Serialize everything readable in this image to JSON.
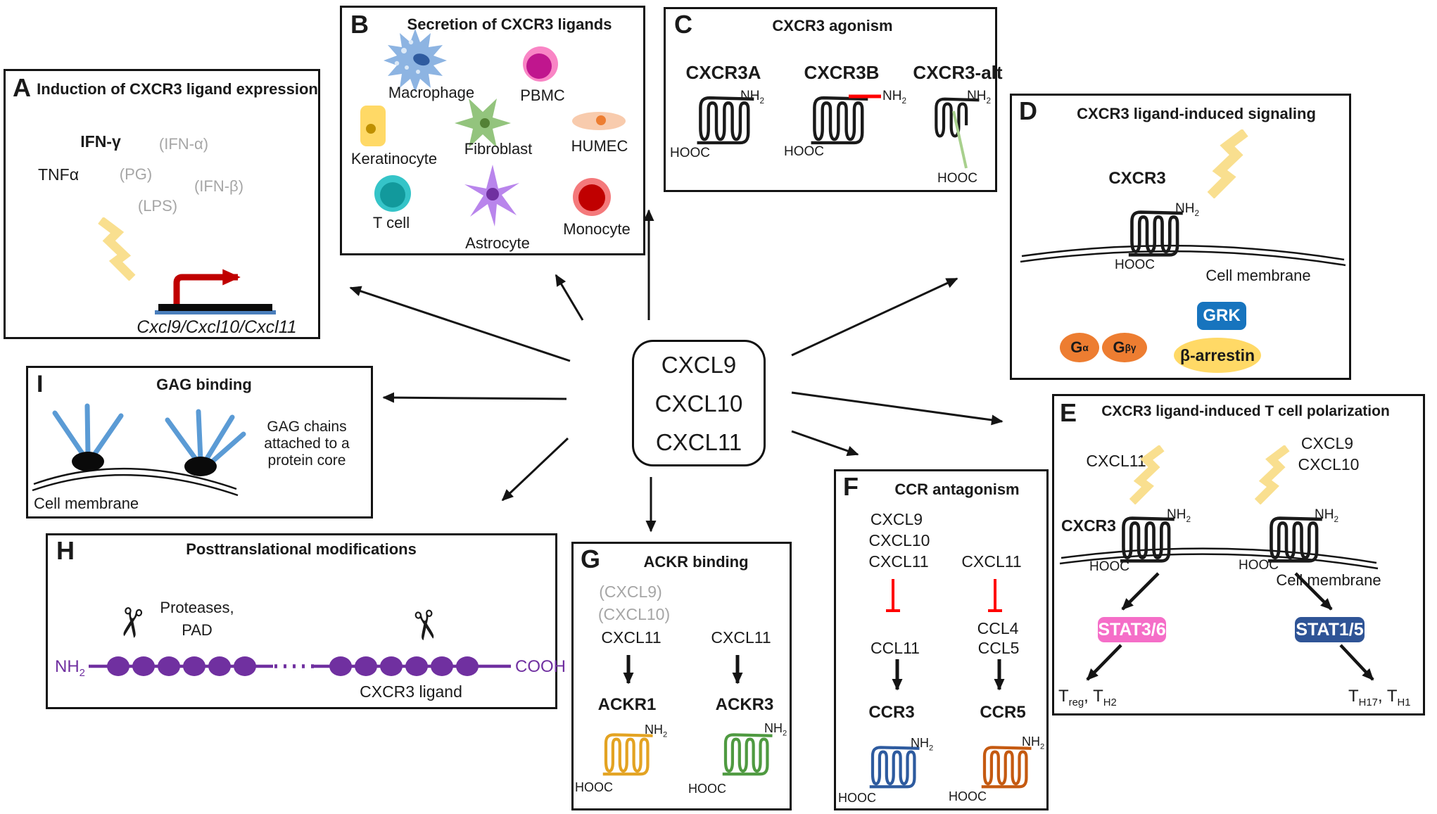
{
  "colors": {
    "black": "#1a1a1a",
    "lightning": "#F9DF8F",
    "gray_text": "#A6A6A6",
    "inhibit_red": "#FF0000",
    "transcription_red": "#C00000",
    "promoter_blue": "#4A7EBB",
    "purple": "#7030A0",
    "gag_blue": "#5B9BD5",
    "grk_blue": "#1774BE",
    "g_protein_orange": "#ED7D31",
    "arrestin_yellow": "#FFD966",
    "stat36_pink": "#F56EC8",
    "stat15_navy": "#2F5496",
    "ccr3_blue": "#2E5B9F",
    "ccr5_orange": "#C55A11",
    "ackr1_gold": "#E3A322",
    "ackr3_green": "#4F9A41",
    "alt_tail_green": "#A8D08D",
    "macrophage": "#8DB4E2",
    "macrophage_nucleus": "#2F5B9F",
    "pbmc_outer": "#F985C5",
    "pbmc_inner": "#C0168E",
    "keratinocyte": "#FFD966",
    "keratinocyte_nucleus": "#BF9000",
    "fibroblast": "#93C47D",
    "fibroblast_nucleus": "#538135",
    "humec": "#F8CBAD",
    "humec_nucleus": "#ED7D31",
    "tcell_outer": "#35C4C8",
    "tcell_inner": "#12999C",
    "astrocyte": "#B985EC",
    "astrocyte_nucleus": "#7030A0",
    "monocyte_outer": "#F4797B",
    "monocyte_inner": "#C00000"
  },
  "center": {
    "lines": [
      "CXCL9",
      "CXCL10",
      "CXCL11"
    ]
  },
  "common": {
    "nh2": [
      {
        "t": "NH"
      },
      {
        "s": "2"
      }
    ],
    "hooc": "HOOC",
    "cell_membrane": "Cell membrane"
  },
  "panels": {
    "a": {
      "letter": "A",
      "title": "Induction of CXCR3 ligand expression",
      "inducers_black": [
        "IFN-γ",
        "TNFα"
      ],
      "inducers_gray": [
        "(IFN-α)",
        "(PG)",
        "(IFN-β)",
        "(LPS)"
      ],
      "gene": "Cxcl9/Cxcl10/Cxcl11"
    },
    "b": {
      "letter": "B",
      "title": "Secretion of CXCR3 ligands",
      "cells": [
        "Macrophage",
        "PBMC",
        "Keratinocyte",
        "Fibroblast",
        "HUMEC",
        "T cell",
        "Astrocyte",
        "Monocyte"
      ]
    },
    "c": {
      "letter": "C",
      "title": "CXCR3 agonism",
      "variants": [
        "CXCR3A",
        "CXCR3B",
        "CXCR3-alt"
      ]
    },
    "d": {
      "letter": "D",
      "title": "CXCR3 ligand-induced signaling",
      "receptor": "CXCR3",
      "grk": "GRK",
      "g_alpha": [
        {
          "t": "G"
        },
        {
          "s": "α"
        }
      ],
      "g_betagamma": [
        {
          "t": "G"
        },
        {
          "s": "βγ"
        }
      ],
      "beta_arrestin": "β-arrestin"
    },
    "e": {
      "letter": "E",
      "title": "CXCR3 ligand-induced T cell polarization",
      "left_ligand": "CXCL11",
      "right_ligands": [
        "CXCL9",
        "CXCL10"
      ],
      "receptor": "CXCR3",
      "stat_left": "STAT3/6",
      "stat_right": "STAT1/5",
      "outcomes_left": [
        {
          "t": "T"
        },
        {
          "s": "reg"
        },
        {
          "t": ", T"
        },
        {
          "s": "H2"
        }
      ],
      "outcomes_right": [
        {
          "t": "T"
        },
        {
          "s": "H17"
        },
        {
          "t": ", T"
        },
        {
          "s": "H1"
        }
      ]
    },
    "f": {
      "letter": "F",
      "title": "CCR antagonism",
      "blocking_ligands": [
        "CXCL9",
        "CXCL10",
        "CXCL11"
      ],
      "blocking_ligand_right": "CXCL11",
      "blocked_left": "CCL11",
      "blocked_right": [
        "CCL4",
        "CCL5"
      ],
      "receptor_left": "CCR3",
      "receptor_right": "CCR5"
    },
    "g": {
      "letter": "G",
      "title": "ACKR binding",
      "weak_ligands": [
        "(CXCL9)",
        "(CXCL10)"
      ],
      "ligand_left": "CXCL11",
      "ligand_right": "CXCL11",
      "receptor_left": "ACKR1",
      "receptor_right": "ACKR3"
    },
    "h": {
      "letter": "H",
      "title": "Posttranslational modifications",
      "enzymes_line1": "Proteases,",
      "enzymes_line2": "PAD",
      "n_terminus": [
        {
          "t": "NH"
        },
        {
          "s": "2"
        }
      ],
      "c_terminus": "COOH",
      "chain_label": "CXCR3 ligand"
    },
    "i": {
      "letter": "I",
      "title": "GAG binding",
      "annotation": [
        "GAG chains",
        "attached to a",
        "protein core"
      ],
      "membrane": "Cell membrane"
    }
  }
}
